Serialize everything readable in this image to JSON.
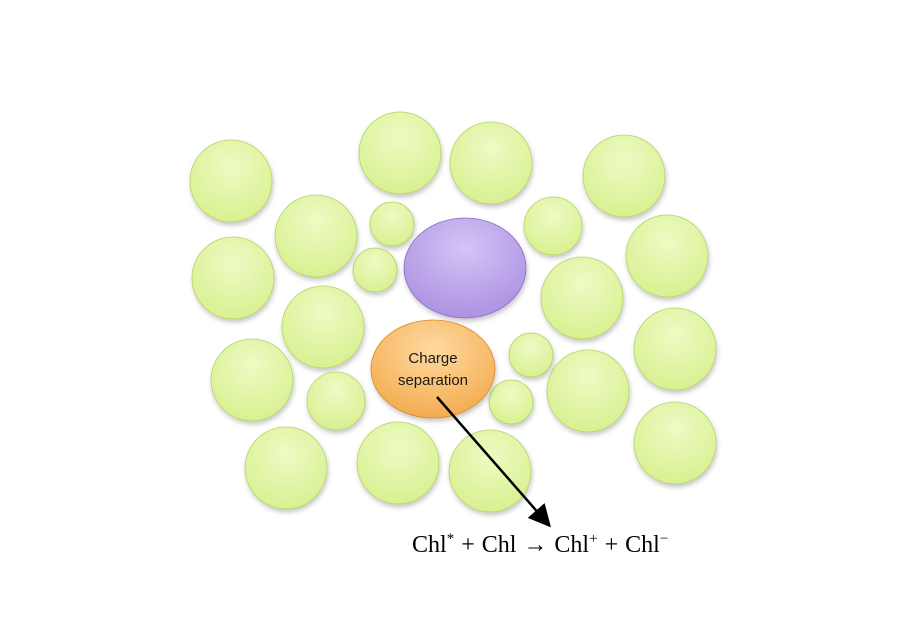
{
  "colors": {
    "background": "#ffffff",
    "chlorophyll_fill": "#d7f08f",
    "chlorophyll_highlight": "#eefbc4",
    "chlorophyll_edge": "#b6d267",
    "reaction_center_fill": "#a98ee0",
    "reaction_center_highlight": "#d4c4f6",
    "reaction_center_edge": "#8b6cc9",
    "charge_separation_fill": "#f2a94a",
    "charge_separation_highlight": "#ffd9a0",
    "charge_separation_edge": "#d98a2a",
    "arrow": "#000000"
  },
  "charge_separation_label": {
    "line1": "Charge",
    "line2": "separation"
  },
  "equation": {
    "chl_star_base": "Chl",
    "chl_star_sup": "*",
    "plus_1": "+",
    "chl": "Chl",
    "arrow": "→",
    "chl_plus_base": "Chl",
    "chl_plus_sup": "+",
    "plus_2": "+",
    "chl_minus_base": "Chl",
    "chl_minus_sup": "−"
  }
}
